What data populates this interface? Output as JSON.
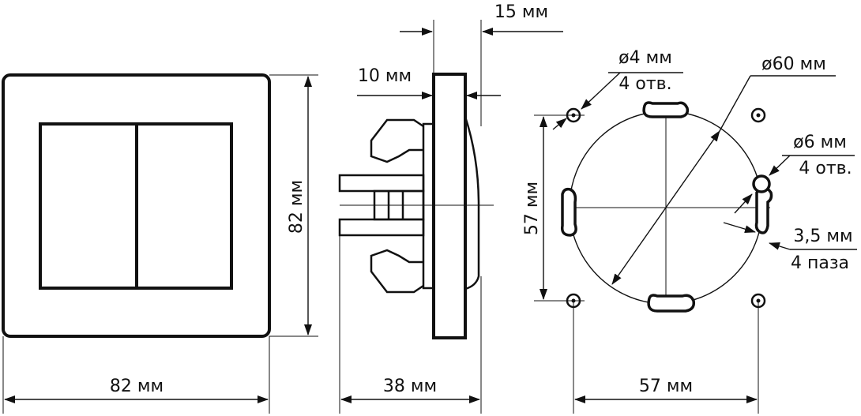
{
  "front_view": {
    "width_label": "82 мм",
    "height_label": "82 мм"
  },
  "side_view": {
    "depth_label": "38 мм",
    "frame_label": "10 мм",
    "top_label": "15 мм"
  },
  "mount_plate": {
    "small_hole_diameter": "ø4 мм",
    "small_hole_count": "4 отв.",
    "outer_diameter": "ø60 мм",
    "big_hole_diameter": "ø6 мм",
    "big_hole_count": "4 отв.",
    "slot_width": "3,5 мм",
    "slot_count": "4 паза",
    "vertical_spacing": "57 мм",
    "horizontal_spacing": "57 мм"
  },
  "colors": {
    "line": "#111111",
    "background": "#ffffff"
  }
}
